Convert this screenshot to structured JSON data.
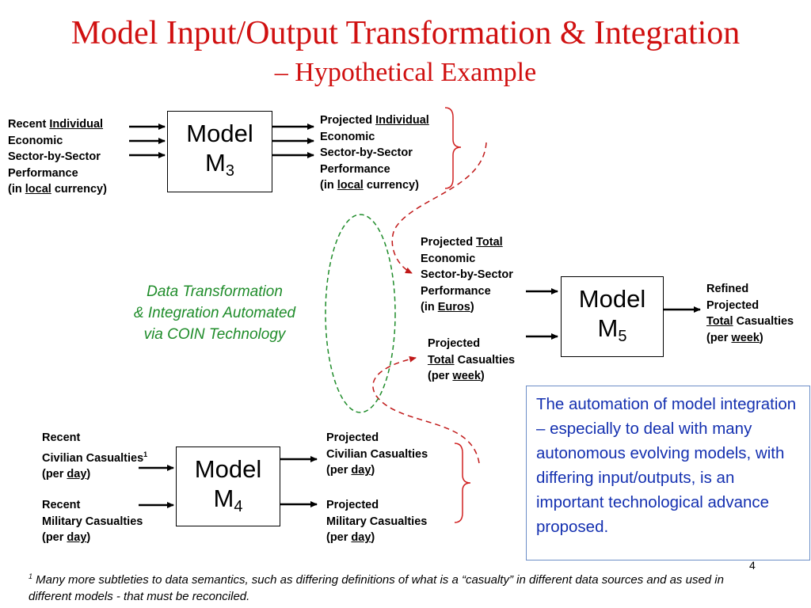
{
  "title": {
    "line1": "Model Input/Output Transformation & Integration",
    "line2": "– Hypothetical Example"
  },
  "model3": {
    "name": "Model",
    "sub_main": "M",
    "sub_index": "3",
    "input": {
      "l1a": "Recent ",
      "l1u": "Individual",
      "l2": "Economic",
      "l3": "Sector-by-Sector",
      "l4": "Performance",
      "l5a": "(in ",
      "l5u": "local",
      "l5b": " currency)"
    },
    "output": {
      "l1a": "Projected ",
      "l1u": "Individual",
      "l2": "Economic",
      "l3": "Sector-by-Sector",
      "l4": "Performance",
      "l5a": "(in ",
      "l5u": "local",
      "l5b": " currency)"
    }
  },
  "model5": {
    "name": "Model",
    "sub_main": "M",
    "sub_index": "5",
    "input1": {
      "l1a": "Projected ",
      "l1u": "Total",
      "l2": "Economic",
      "l3": "Sector-by-Sector",
      "l4": "Performance",
      "l5a": "(in ",
      "l5u": "Euros",
      "l5b": ")"
    },
    "input2": {
      "l1": "Projected",
      "l2u": "Total",
      "l2b": " Casualties",
      "l3a": "(per ",
      "l3u": "week",
      "l3b": ")"
    },
    "output": {
      "l1": "Refined",
      "l2": "Projected",
      "l3u": "Total",
      "l3b": " Casualties",
      "l4a": "(per ",
      "l4u": "week",
      "l4b": ")"
    }
  },
  "model4": {
    "name": "Model",
    "sub_main": "M",
    "sub_index": "4",
    "input1": {
      "l1": "Recent",
      "l2": "Civilian Casualties",
      "l2sup": "1",
      "l3a": "(per ",
      "l3u": "day",
      "l3b": ")"
    },
    "input2": {
      "l1": "Recent",
      "l2": "Military Casualties",
      "l3a": "(per ",
      "l3u": "day",
      "l3b": ")"
    },
    "output1": {
      "l1": "Projected",
      "l2": "Civilian Casualties",
      "l3a": "(per ",
      "l3u": "day",
      "l3b": ")"
    },
    "output2": {
      "l1": "Projected",
      "l2": "Military Casualties",
      "l3a": "(per ",
      "l3u": "day",
      "l3b": ")"
    }
  },
  "coin_label": {
    "l1": "Data Transformation",
    "l2": "& Integration Automated",
    "l3": "via COIN Technology"
  },
  "callout": {
    "text": "The automation of model integration – especially to deal with many autonomous evolving models, with differing input/outputs,  is an important technological advance proposed."
  },
  "footnote": {
    "sup": "1",
    "text": " Many more subtleties to data semantics, such as differing definitions of what is a “casualty” in different data sources and as used in different models - that must be reconciled."
  },
  "page_number": "4",
  "colors": {
    "title": "#d01010",
    "coin_text": "#1f8c2a",
    "callout_text": "#1430b0",
    "callout_border": "#6c8ec7",
    "dashed_red": "#c01818",
    "dashed_green": "#1f8c2a",
    "brace": "#d02020"
  }
}
